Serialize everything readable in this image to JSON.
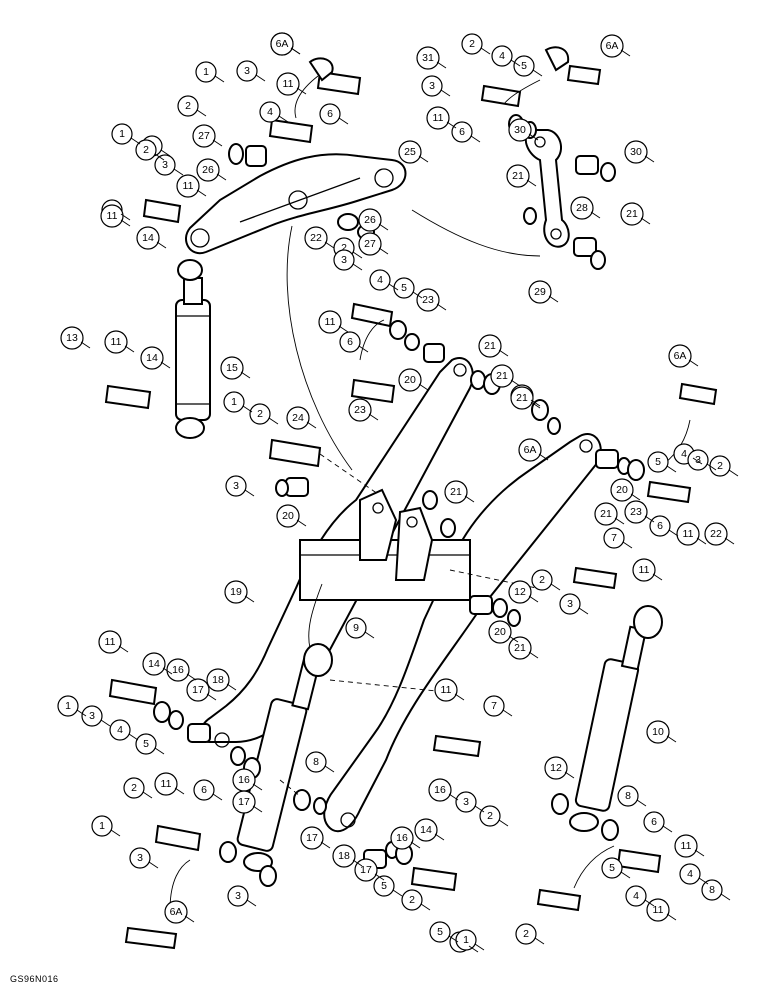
{
  "figure_ref": "GS96N016",
  "callouts": [
    "6A",
    "2",
    "31",
    "4",
    "3",
    "5",
    "6A",
    "1",
    "3",
    "11",
    "2",
    "4",
    "6",
    "30",
    "6",
    "11",
    "2",
    "1",
    "27",
    "26",
    "25",
    "30",
    "3",
    "2",
    "11",
    "1",
    "21",
    "21",
    "28",
    "11",
    "14",
    "26",
    "27",
    "22",
    "2",
    "3",
    "4",
    "29",
    "5",
    "23",
    "11",
    "6",
    "13",
    "11",
    "14",
    "15",
    "21",
    "20",
    "21",
    "21",
    "6A",
    "23",
    "1",
    "2",
    "6A",
    "24",
    "21",
    "5",
    "4",
    "3",
    "2",
    "3",
    "22",
    "11",
    "6",
    "23",
    "20",
    "21",
    "21",
    "20",
    "7",
    "19",
    "12",
    "11",
    "9",
    "2",
    "3",
    "20",
    "21",
    "11",
    "14",
    "16",
    "17",
    "18",
    "1",
    "3",
    "4",
    "5",
    "10",
    "11",
    "7",
    "8",
    "16",
    "17",
    "16",
    "3",
    "2",
    "12",
    "8",
    "2",
    "11",
    "6",
    "16",
    "14",
    "6",
    "11",
    "1",
    "3",
    "17",
    "18",
    "17",
    "5",
    "2",
    "4",
    "5",
    "1",
    "5",
    "4",
    "11",
    "8",
    "3",
    "1",
    "2",
    "6A",
    "6A"
  ]
}
